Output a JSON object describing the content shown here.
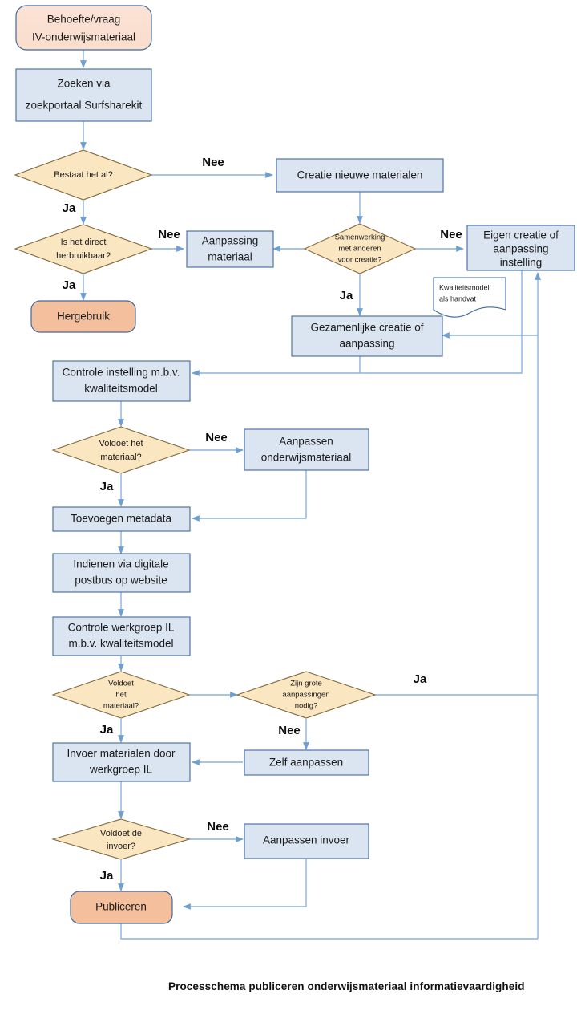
{
  "diagram": {
    "caption": "Processchema publiceren onderwijsmateriaal informatievaardigheid",
    "colors": {
      "process_fill": "#dbe5f2",
      "process_stroke": "#41699b",
      "decision_fill": "#fbe6c2",
      "decision_stroke": "#7f6a3f",
      "terminator_start_fill": "#fae0d0",
      "terminator_end_fill": "#f4bf9c",
      "connector": "#8cb2dd",
      "text": "#1a1a1a"
    },
    "nodes": {
      "start": {
        "type": "terminator",
        "line1": "Behoefte/vraag",
        "line2": "IV-onderwijsmateriaal"
      },
      "zoeken": {
        "type": "process",
        "line1": "Zoeken via",
        "line2": "zoekportaal Surfsharekit"
      },
      "bestaat": {
        "type": "decision",
        "line1": "Bestaat het al?"
      },
      "creatie_nieuw": {
        "type": "process",
        "line1": "Creatie nieuwe materialen"
      },
      "direct_herbruikbaar": {
        "type": "decision",
        "line1": "Is het direct",
        "line2": "herbruikbaar?"
      },
      "aanpassing_materiaal": {
        "type": "process",
        "line1": "Aanpassing",
        "line2": "materiaal"
      },
      "samenwerking": {
        "type": "decision",
        "line1": "Samenwerking",
        "line2": "met anderen",
        "line3": "voor creatie?"
      },
      "eigen_creatie": {
        "type": "process",
        "line1": "Eigen creatie of",
        "line2": "aanpassing",
        "line3": "instelling"
      },
      "hergebruik": {
        "type": "terminator",
        "line1": "Hergebruik"
      },
      "kwaliteitsmodel_note": {
        "type": "note",
        "line1": "Kwaliteitsmodel",
        "line2": "als handvat"
      },
      "gezamenlijke_creatie": {
        "type": "process",
        "line1": "Gezamenlijke creatie of",
        "line2": "aanpassing"
      },
      "controle_instelling": {
        "type": "process",
        "line1": "Controle instelling m.b.v.",
        "line2": "kwaliteitsmodel"
      },
      "voldoet_materiaal_1": {
        "type": "decision",
        "line1": "Voldoet het",
        "line2": "materiaal?"
      },
      "aanpassen_onderwijsmateriaal": {
        "type": "process",
        "line1": "Aanpassen",
        "line2": "onderwijsmateriaal"
      },
      "toevoegen_metadata": {
        "type": "process",
        "line1": "Toevoegen metadata"
      },
      "indienen": {
        "type": "process",
        "line1": "Indienen via digitale",
        "line2": "postbus op website"
      },
      "controle_werkgroep": {
        "type": "process",
        "line1": "Controle werkgroep IL",
        "line2": "m.b.v. kwaliteitsmodel"
      },
      "voldoet_materiaal_2": {
        "type": "decision",
        "line1": "Voldoet",
        "line2": "het",
        "line3": "materiaal?"
      },
      "grote_aanpassingen": {
        "type": "decision",
        "line1": "Zijn grote",
        "line2": "aanpassingen",
        "line3": "nodig?"
      },
      "invoer_materialen": {
        "type": "process",
        "line1": "Invoer materialen door",
        "line2": "werkgroep IL"
      },
      "zelf_aanpassen": {
        "type": "process",
        "line1": "Zelf aanpassen"
      },
      "voldoet_invoer": {
        "type": "decision",
        "line1": "Voldoet de",
        "line2": "invoer?"
      },
      "aanpassen_invoer": {
        "type": "process",
        "line1": "Aanpassen invoer"
      },
      "publiceren": {
        "type": "terminator",
        "line1": "Publiceren"
      }
    },
    "edge_labels": {
      "bestaat_nee": "Nee",
      "bestaat_ja": "Ja",
      "herbruikbaar_nee": "Nee",
      "herbruikbaar_ja": "Ja",
      "samenwerking_nee": "Nee",
      "samenwerking_ja": "Ja",
      "voldoet1_nee": "Nee",
      "voldoet1_ja": "Ja",
      "voldoet2_ja": "Ja",
      "grote_ja": "Ja",
      "grote_nee": "Nee",
      "invoer_nee": "Nee",
      "invoer_ja": "Ja"
    }
  }
}
